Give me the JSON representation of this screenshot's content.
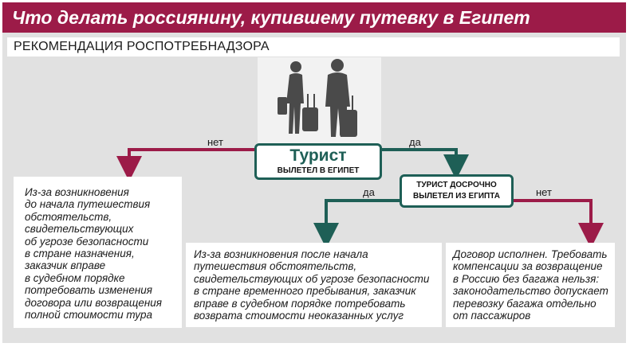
{
  "header": {
    "title": "Что делать россиянину, купившему путевку в Египет"
  },
  "subtitle": "РЕКОМЕНДАЦИЯ РОСПОТРЕБНАДЗОРА",
  "tourist": {
    "title": "Турист",
    "subtitle": "ВЫЛЕТЕЛ В ЕГИПЕТ"
  },
  "early_return": {
    "line1": "ТУРИСТ ДОСРОЧНО",
    "line2": "ВЫЛЕТЕЛ ИЗ ЕГИПТА"
  },
  "labels": {
    "no_left": "нет",
    "yes_top": "да",
    "yes_left": "да",
    "no_right": "нет"
  },
  "boxes": {
    "before_trip": "Из-за возникновения\nдо начала путешествия\nобстоятельств,\nсвидетельствующих\nоб угрозе безопасности\nв стране назначения,\nзаказчик вправе\nв судебном порядке\nпотребовать изменения\nдоговора или возвращения\nполной стоимости тура",
    "during_trip": "Из-за возникновения после начала\nпутешествия обстоятельств,\nсвидетельствующих об угрозе безопасности\nв стране временного пребывания, заказчик\nвправе в судебном порядке потребовать\nвозврата стоимости неоказанных услуг",
    "contract_done": "Договор исполнен. Требовать\nкомпенсации за возвращение\nв Россию без багажа нельзя:\nзаконодательство допускает\nперевозку багажа отдельно\nот пассажиров"
  },
  "colors": {
    "header": "#9c1b48",
    "no_arrow": "#9c1b48",
    "yes_arrow": "#1e5f56",
    "panel": "#e1e1e1"
  }
}
